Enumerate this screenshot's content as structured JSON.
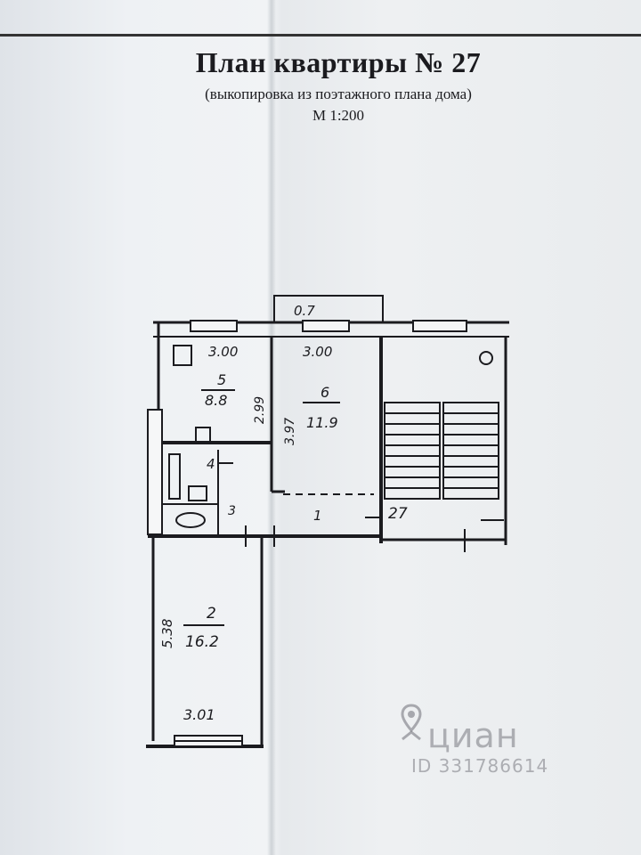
{
  "header": {
    "title": "План квартиры № 27",
    "subtitle": "(выкопировка из поэтажного плана дома)",
    "scale": "М 1:200"
  },
  "plan": {
    "balcony_depth": "0.7",
    "rooms": [
      {
        "number": "5",
        "area": "8.8",
        "width": "3.00",
        "depth": "2.99"
      },
      {
        "number": "6",
        "area": "11.9",
        "width": "3.00",
        "depth": "3.97"
      },
      {
        "number": "4"
      },
      {
        "number": "3"
      },
      {
        "number": "1"
      },
      {
        "number": "2",
        "area": "16.2",
        "width": "3.01",
        "depth": "5.38"
      }
    ],
    "stair_label": "27"
  },
  "watermark": {
    "brand": "циан",
    "id_text": "ID 331786614",
    "icon": "map-pin-icon"
  }
}
